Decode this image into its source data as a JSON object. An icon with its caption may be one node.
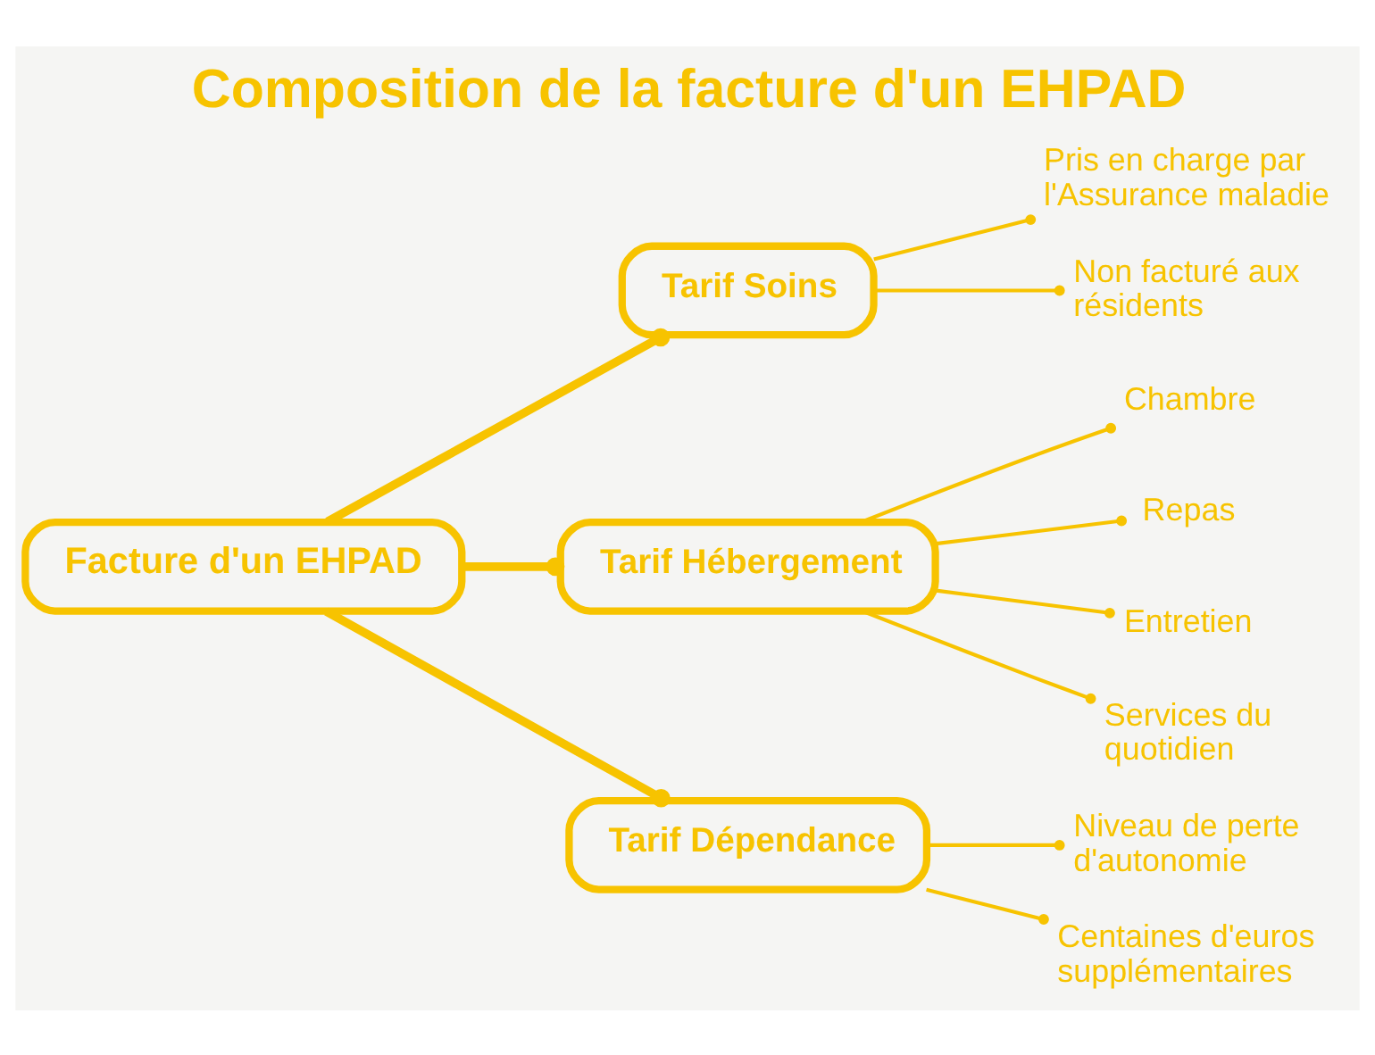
{
  "diagram": {
    "title": "Composition de la facture d'un EHPAD",
    "nodes": [
      {
        "text": [
          "Facture d'un EHPAD"
        ]
      },
      {
        "text": [
          "Tarif Soins"
        ]
      },
      {
        "text": [
          "Pris en charge par l'Assurance maladie"
        ]
      },
      {
        "text": [
          "Non facturé aux résidents"
        ]
      },
      {
        "text": [
          "Tarif Hébergement"
        ]
      },
      {
        "text": [
          "Chambre"
        ]
      },
      {
        "text": [
          "Repas"
        ]
      },
      {
        "text": [
          "Entretien"
        ]
      },
      {
        "text": [
          "Services du quotidien"
        ]
      },
      {
        "text": [
          "Tarif Dépendance"
        ]
      },
      {
        "text": [
          "Niveau de perte d'autonomie"
        ]
      },
      {
        "text": [
          "Centaines d'euros supplémentaires"
        ]
      }
    ],
    "edges": [
      {
        "from": 0,
        "to": 1,
        "arrow": "other",
        "style": "thick"
      },
      {
        "from": 1,
        "to": 2,
        "arrow": "other"
      },
      {
        "from": 1,
        "to": 3,
        "arrow": "other"
      },
      {
        "from": 0,
        "to": 4,
        "arrow": "other",
        "style": "thick"
      },
      {
        "from": 4,
        "to": 5,
        "arrow": "other"
      },
      {
        "from": 4,
        "to": 6,
        "arrow": "other"
      },
      {
        "from": 4,
        "to": 7,
        "arrow": "other"
      },
      {
        "from": 4,
        "to": 8,
        "arrow": "other"
      },
      {
        "from": 0,
        "to": 9,
        "arrow": "other",
        "style": "thick"
      },
      {
        "from": 9,
        "to": 10,
        "arrow": "other"
      },
      {
        "from": 9,
        "to": 11,
        "arrow": "other"
      }
    ]
  }
}
